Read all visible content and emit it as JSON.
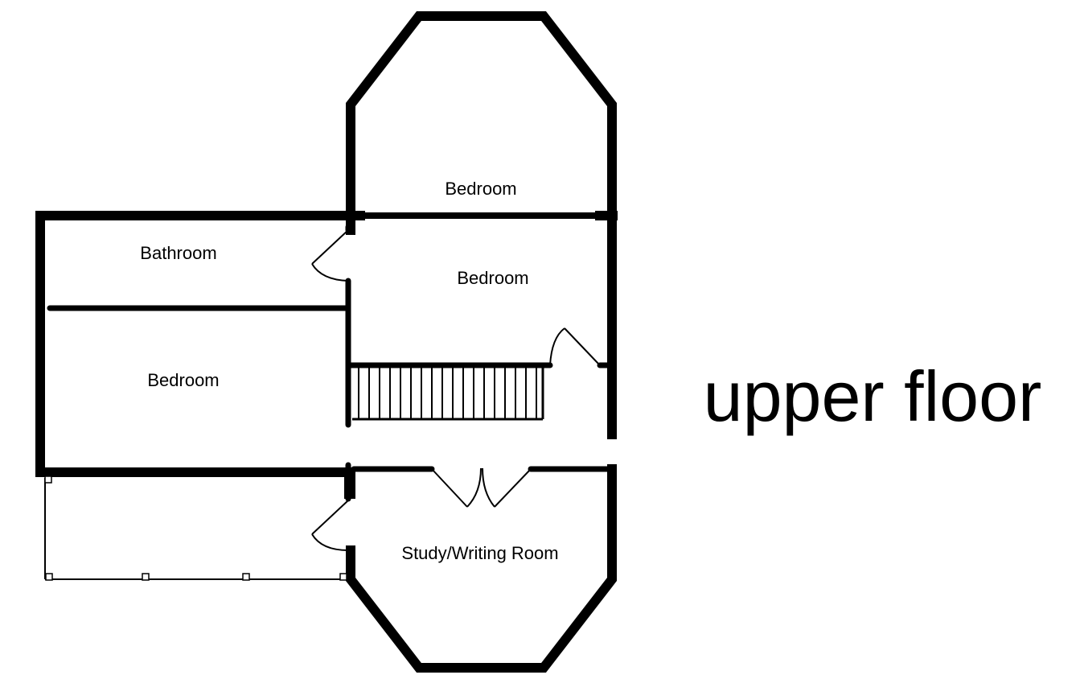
{
  "floor_title": "upper floor",
  "rooms": {
    "bedroom_top": "Bedroom",
    "bathroom": "Bathroom",
    "bedroom_middle": "Bedroom",
    "bedroom_left": "Bedroom",
    "study": "Study/Writing Room"
  },
  "colors": {
    "wall": "#000000",
    "background": "#ffffff"
  }
}
